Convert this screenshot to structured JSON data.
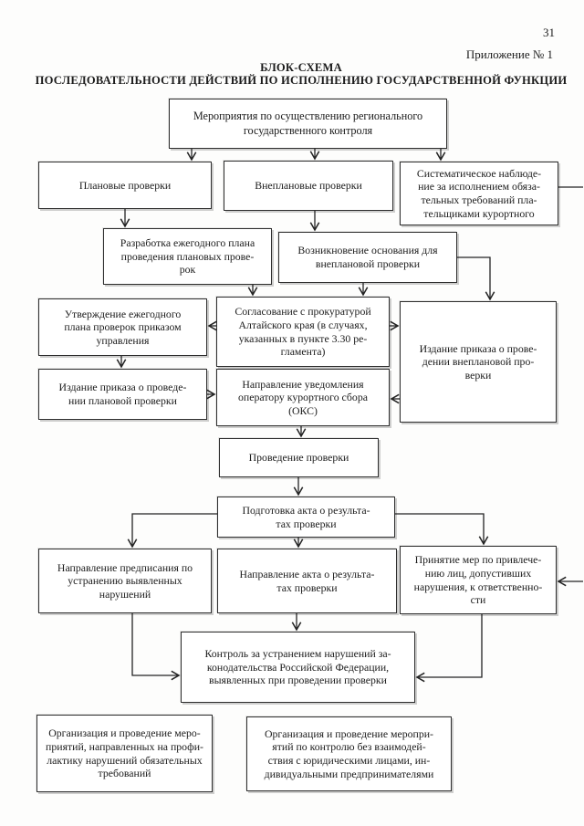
{
  "page": {
    "number": "31",
    "annex": "Приложение № 1"
  },
  "title": {
    "line1": "БЛОК-СХЕМА",
    "line2": "ПОСЛЕДОВАТЕЛЬНОСТИ ДЕЙСТВИЙ ПО ИСПОЛНЕНИЮ ГОСУДАРСТВЕННОЙ ФУНКЦИИ"
  },
  "diagram": {
    "type": "flowchart"
  },
  "nodes": {
    "root": {
      "text": "Мероприятия по осуществлению регионального\nгосударственного контроля"
    },
    "planned_inspections": {
      "text": "Плановые проверки"
    },
    "unplanned_inspections": {
      "text": "Внеплановые проверки"
    },
    "systematic_monitoring": {
      "text": "Систематическое наблюде-\nние за исполнением обяза-\nтельных требований пла-\nтельщиками курортного"
    },
    "annual_plan_development": {
      "text": "Разработка ежегодного плана\nпроведения плановых прове-\nрок"
    },
    "unplanned_grounds": {
      "text": "Возникновение основания для\nвнеплановой проверки"
    },
    "plan_approval": {
      "text": "Утверждение ежегодного\nплана проверок приказом\nуправления"
    },
    "prosecutor_coordination": {
      "text": "Согласование с прокуратурой\nАлтайского края (в случаях,\nуказанных в пункте 3.30 ре-\nгламента)"
    },
    "unplanned_order": {
      "text": "Издание приказа о прове-\nдении внеплановой про-\nверки"
    },
    "planned_order": {
      "text": "Издание приказа о проведе-\nнии плановой проверки"
    },
    "notification_oks": {
      "text": "Направление уведомления\nоператору курортного сбора\n(ОКС)"
    },
    "inspection_conduct": {
      "text": "Проведение проверки"
    },
    "act_preparation": {
      "text": "Подготовка акта о результа-\nтах проверки"
    },
    "directive_issue": {
      "text": "Направление предписания по\nустранению выявленных\nнарушений"
    },
    "act_sending": {
      "text": "Направление акта о результа-\nтах проверки"
    },
    "liability_measures": {
      "text": "Принятие мер по привлече-\nнию лиц, допустивших\nнарушения, к ответственно-\nсти"
    },
    "violations_control": {
      "text": "Контроль за устранением нарушений за-\nконодательства Российской Федерации,\nвыявленных при проведении проверки"
    },
    "prevention_activities": {
      "text": "Организация и проведение меро-\nприятий, направленных на профи-\nлактику нарушений обязательных\nтребований"
    },
    "noninteraction_control": {
      "text": "Организация и проведение меропри-\nятий по контролю без взаимодей-\nствия с юридическими лицами, ин-\nдивидуальными предпринимателями"
    }
  },
  "edges": [
    "root -> planned_inspections",
    "root -> unplanned_inspections",
    "root -> systematic_monitoring",
    "planned_inspections -> annual_plan_development",
    "unplanned_inspections -> unplanned_grounds",
    "systematic_monitoring -> (off-page right)",
    "annual_plan_development -> prosecutor_coordination",
    "unplanned_grounds -> prosecutor_coordination",
    "unplanned_grounds -> unplanned_order",
    "prosecutor_coordination -> plan_approval",
    "prosecutor_coordination -> unplanned_order",
    "plan_approval -> planned_order",
    "planned_order -> notification_oks",
    "unplanned_order -> notification_oks",
    "notification_oks -> inspection_conduct",
    "inspection_conduct -> act_preparation",
    "act_preparation -> directive_issue",
    "act_preparation -> act_sending",
    "act_preparation -> liability_measures",
    "(off-page right) -> liability_measures",
    "directive_issue -> violations_control",
    "act_sending -> violations_control",
    "liability_measures -> violations_control"
  ]
}
